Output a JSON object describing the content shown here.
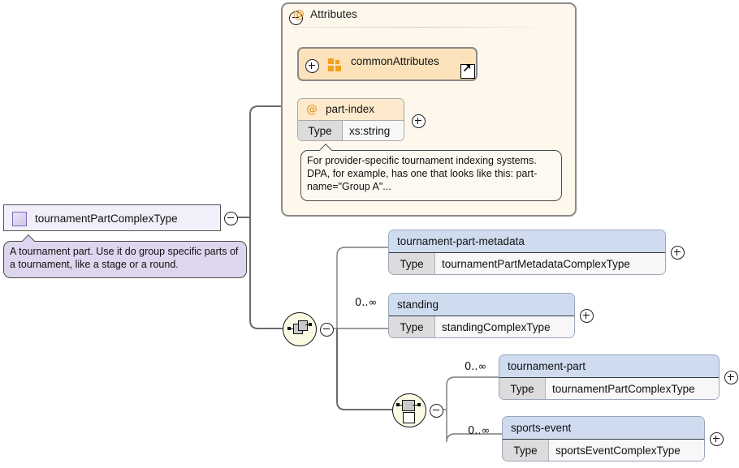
{
  "diagram": {
    "kind": "xsd-complex-type",
    "root": {
      "name": "tournamentPartComplexType",
      "icon": "complex-type-icon",
      "toggle": "minus",
      "annotation": "A tournament part. Use it do group specific parts of a tournament, like a stage or a round."
    },
    "attributes_panel": {
      "title": "Attributes",
      "at_symbol": "@",
      "toggle": "minus",
      "items": [
        {
          "kind": "attribute-group",
          "name": "commonAttributes",
          "toggle": "plus",
          "icon": "attribute-group-icon",
          "goto_icon": "goto-arrow-icon"
        },
        {
          "kind": "attribute",
          "name": "part-index",
          "at_symbol": "@",
          "toggle": "plus",
          "type_label": "Type",
          "type_value": "xs:string",
          "annotation": "For provider-specific tournament indexing systems. DPA, for example, has one that looks like this: part-name=\"Group A\"..."
        }
      ]
    },
    "sequence_compositor": {
      "icon": "sequence-compositor-icon",
      "toggle": "minus",
      "children": [
        {
          "name": "tournament-part-metadata",
          "type_label": "Type",
          "type_value": "tournamentPartMetadataComplexType",
          "occurrence": "",
          "toggle": "plus"
        },
        {
          "name": "standing",
          "type_label": "Type",
          "type_value": "standingComplexType",
          "occurrence": "0..∞",
          "toggle": "plus"
        }
      ]
    },
    "choice_compositor": {
      "icon": "choice-compositor-icon",
      "toggle": "minus",
      "children": [
        {
          "name": "tournament-part",
          "type_label": "Type",
          "type_value": "tournamentPartComplexType",
          "occurrence": "0..∞",
          "toggle": "plus"
        },
        {
          "name": "sports-event",
          "type_label": "Type",
          "type_value": "sportsEventComplexType",
          "occurrence": "0..∞",
          "toggle": "plus"
        }
      ]
    },
    "colors": {
      "attribute_panel_bg": "#fdf7ec",
      "attribute_group_bg": "#fbe2bb",
      "attribute_header_bg": "#fdeacd",
      "element_header_bg": "#cfdcf0",
      "root_bg": "#f2effa",
      "annotation_purple_bg": "#ded6ee",
      "accent_orange": "#f0a019",
      "wire": "#6b6b6b"
    }
  }
}
